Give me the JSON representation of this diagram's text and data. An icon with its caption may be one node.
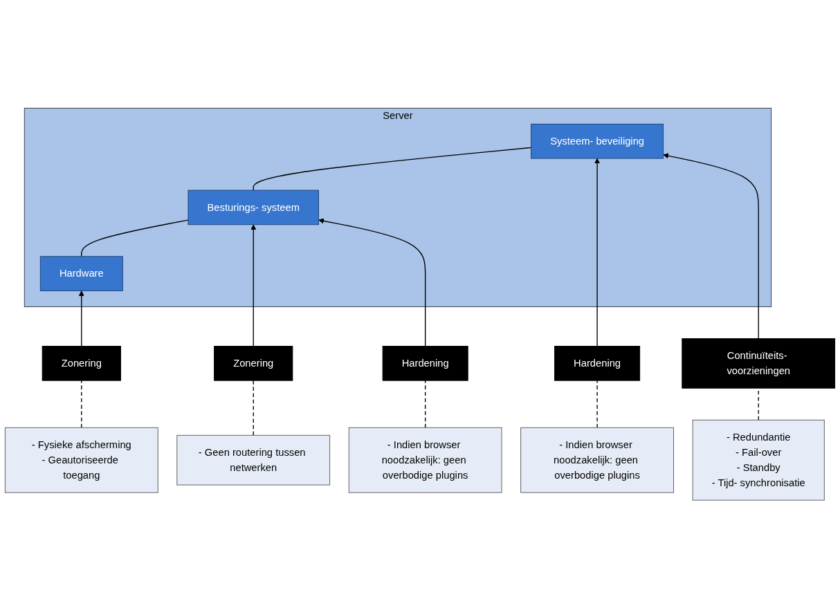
{
  "diagram": {
    "nodes": [
      {
        "text": [
          "Server"
        ]
      },
      {
        "text": [
          "Hardware"
        ],
        "in": 0
      },
      {
        "text": [
          "Besturings- systeem"
        ],
        "in": 0
      },
      {
        "text": [
          "Systeem- beveiliging"
        ],
        "in": 0
      },
      {
        "text": [
          "Zonering"
        ]
      },
      {
        "text": [
          "Zonering"
        ]
      },
      {
        "text": [
          "Hardening"
        ]
      },
      {
        "text": [
          "Hardening"
        ]
      },
      {
        "text": [
          "Continuïteits- voorzieningen"
        ]
      },
      {
        "text": [
          "- Fysieke afscherming",
          "- Geautoriseerde toegang"
        ]
      },
      {
        "text": [
          "- Geen routering tussen netwerken"
        ]
      },
      {
        "text": [
          "- Indien browser noodzakelijk: geen overbodige plugins"
        ]
      },
      {
        "text": [
          "- Indien browser noodzakelijk: geen overbodige plugins"
        ]
      },
      {
        "text": [
          "- Redundantie",
          "- Fail-over",
          "- Standby",
          "- Tijd- synchronisatie"
        ]
      }
    ],
    "edges": [
      {
        "from": 1,
        "to": 2,
        "arrow": "none"
      },
      {
        "from": 2,
        "to": 3,
        "arrow": "none"
      },
      {
        "from": 4,
        "to": 1,
        "arrow": "to"
      },
      {
        "from": 5,
        "to": 2,
        "arrow": "to"
      },
      {
        "from": 6,
        "to": 2,
        "arrow": "to"
      },
      {
        "from": 7,
        "to": 3,
        "arrow": "to"
      },
      {
        "from": 8,
        "to": 3,
        "arrow": "to"
      },
      {
        "from": 4,
        "to": 9,
        "arrow": "none",
        "style": "dashed"
      },
      {
        "from": 5,
        "to": 10,
        "arrow": "none",
        "style": "dashed"
      },
      {
        "from": 6,
        "to": 11,
        "arrow": "none",
        "style": "dashed"
      },
      {
        "from": 7,
        "to": 12,
        "arrow": "none",
        "style": "dashed"
      },
      {
        "from": 8,
        "to": 13,
        "arrow": "none",
        "style": "dashed"
      }
    ]
  }
}
